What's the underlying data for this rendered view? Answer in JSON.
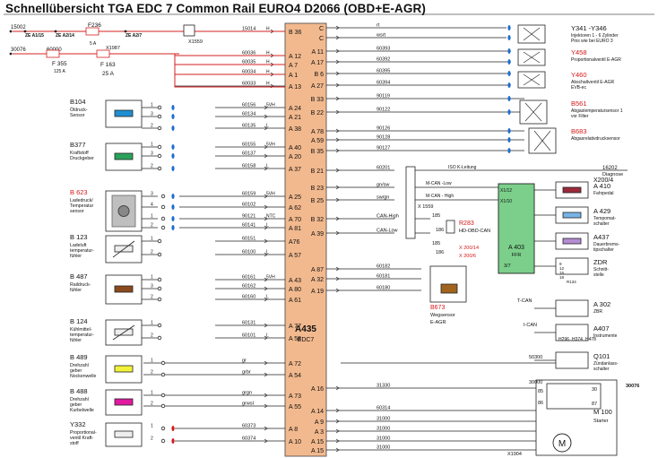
{
  "title": "Schnellübersicht TGA EDC 7 Common Rail  EURO4 D2066 (OBD+E-AGR)",
  "colors": {
    "ecu": "#f2b98e",
    "red": "#d62020",
    "blue": "#1f6fd0",
    "green_box": "#7bcf8a",
    "wire": "#222222",
    "title_red": "#d61818"
  },
  "ecu": {
    "name": "A435",
    "sub": "EDC7"
  },
  "ffr": {
    "name": "A 403",
    "sub": "FFR",
    "pin": "3/7"
  },
  "power": {
    "f236": "F236",
    "f236_amp": "5 A",
    "f355": "F 355",
    "f355_amp": "125 A",
    "f163": "F 163",
    "f163_amp": "25 A",
    "n15002": "15002",
    "n30076": "30076",
    "n60000": "60000",
    "ze1": "ZE A1/15",
    "ze2": "ZE A2/14",
    "ze3": "ZE A2/7",
    "x1987": "X1987",
    "x1559": "X1559"
  },
  "pins_left": [
    "B 36",
    "A 12",
    "A 7",
    "A 1",
    "A 13",
    "A 24",
    "A 21",
    "A 38",
    "A 40",
    "A 20",
    "A 37",
    "A 25",
    "A 62",
    "A 70",
    "A 81",
    "A76",
    "A 57",
    "A 43",
    "A 80",
    "A 61",
    "A 77",
    "A 58",
    "A 72",
    "A 54",
    "A 73",
    "A 55",
    "A 8",
    "A 10"
  ],
  "wires_left": [
    "15014",
    "60036",
    "60035",
    "60034",
    "60033",
    "60156",
    "60134",
    "60135",
    "60155",
    "60137",
    "60158",
    "60159",
    "60102",
    "90121",
    "60141",
    "60151",
    "60100",
    "60161",
    "60162",
    "60160",
    "60131",
    "60101",
    "gr",
    "grbr",
    "grgn",
    "grwsl",
    "60373",
    "60374"
  ],
  "sig_left": [
    "H",
    "H",
    "H",
    "H",
    "H",
    "5VH",
    "",
    "L",
    "5VH",
    "",
    "L",
    "5VH",
    "",
    "NTC",
    "L",
    "",
    "L",
    "5VH",
    "",
    "L",
    "",
    "L",
    "",
    "",
    "",
    "",
    "",
    ""
  ],
  "pins_right": [
    "C",
    "C",
    "A 11",
    "A 17",
    "B 6",
    "A 27",
    "B 33",
    "B 22",
    "A 78",
    "A 59",
    "B 35",
    "B 21",
    "B 23",
    "B 25",
    "B 32",
    "A 39",
    "A 87",
    "A 32",
    "A 19",
    "A 16",
    "A 14",
    "A 9",
    "A 3",
    "A 15"
  ],
  "wires_right": [
    "rt",
    "wsrt",
    "60393",
    "60392",
    "60395",
    "60394",
    "90119",
    "90122",
    "90126",
    "90128",
    "90127",
    "60201",
    "gn/sw",
    "sw/gn",
    "CAN-High",
    "CAN-Low",
    "60182",
    "60181",
    "60180",
    "31330",
    "60314",
    "31000",
    "31000",
    "31000",
    "31000"
  ],
  "left_comps": [
    {
      "id": "B104",
      "desc": [
        "Öldruck-",
        "Sensor"
      ]
    },
    {
      "id": "B377",
      "desc": [
        "Kraftstoff",
        "Druckgeber"
      ]
    },
    {
      "id": "B 623",
      "desc": [
        "Ladedruck/",
        "Temperatur",
        "sensor"
      ]
    },
    {
      "id": "B 123",
      "desc": [
        "Ladeluft",
        "temperatur-",
        "fühler"
      ]
    },
    {
      "id": "B 487",
      "desc": [
        "Raildruck-",
        "fühler"
      ]
    },
    {
      "id": "B 124",
      "desc": [
        "Kühlmittel-",
        "temperatur-",
        "fühler"
      ]
    },
    {
      "id": "B 489",
      "desc": [
        "Drehzahl",
        "geber",
        "Nockenwelle"
      ]
    },
    {
      "id": "B 488",
      "desc": [
        "Drehzahl",
        "geber",
        "Kurbelwelle"
      ]
    },
    {
      "id": "Y332",
      "desc": [
        "Proportional-",
        "ventil Kraft-",
        "stoff"
      ]
    }
  ],
  "right_comps": [
    {
      "id": "Y341 -Y346",
      "desc": [
        "Injektoren 1 - 6  Zylinder",
        "Pins wie bei EURO 3"
      ]
    },
    {
      "id": "Y458",
      "desc": [
        "Proportionalventil E-AGR"
      ]
    },
    {
      "id": "Y460",
      "desc": [
        "Abschaltventil E-AGR",
        "EVB-ec"
      ]
    },
    {
      "id": "B561",
      "desc": [
        "Abgastemperatursensor 1",
        "vor Filter"
      ]
    },
    {
      "id": "B683",
      "desc": [
        "Abgasrelativdrucksensor"
      ]
    },
    {
      "id": "A 410",
      "desc": [
        "Fahrpedal"
      ]
    },
    {
      "id": "A 429",
      "desc": [
        "Tempomat-",
        "schalter"
      ]
    },
    {
      "id": "A437",
      "desc": [
        "Dauerbrems-",
        "tipschalter"
      ]
    },
    {
      "id": "ZDR",
      "desc": [
        "Schnitt-",
        "stelle"
      ]
    },
    {
      "id": "A 302",
      "desc": [
        "ZBR"
      ]
    },
    {
      "id": "A407",
      "desc": [
        "Instrumente"
      ]
    },
    {
      "id": "Q101",
      "desc": [
        "Zündanlass-",
        "schalter"
      ]
    },
    {
      "id": "M 100",
      "desc": [
        "Starter"
      ]
    }
  ],
  "middle": {
    "iso": "ISO K-Leitung",
    "diag_num": "16202",
    "diag": "Diagnose",
    "diag2": "X200/4",
    "mcan_low": "M-CAN -Low",
    "mcan_high": "M-CAN - High",
    "x1559b": "X 1559",
    "r283": "R283",
    "hdobd": "HD-OBD-CAN",
    "x200_14": "X 200/14",
    "x200_6": "X 200/6",
    "b673": "B673",
    "b673_desc1": "Wegsensor",
    "b673_desc2": "E-AGR",
    "x1112": "X1/12",
    "x1110": "X1/10",
    "n185": "185",
    "n186": "186",
    "tcan": "T-CAN",
    "ican": "I-CAN",
    "h296": "H296",
    "h374": "H374",
    "h478": "H478",
    "n50300": "50300",
    "n30000": "30000",
    "n30076b": "30076",
    "n85": "85",
    "n86": "86",
    "n30": "30",
    "n87": "87",
    "x1904": "X1904",
    "zdr_pins": [
      "9",
      "12",
      "15",
      "18",
      "R134"
    ]
  }
}
